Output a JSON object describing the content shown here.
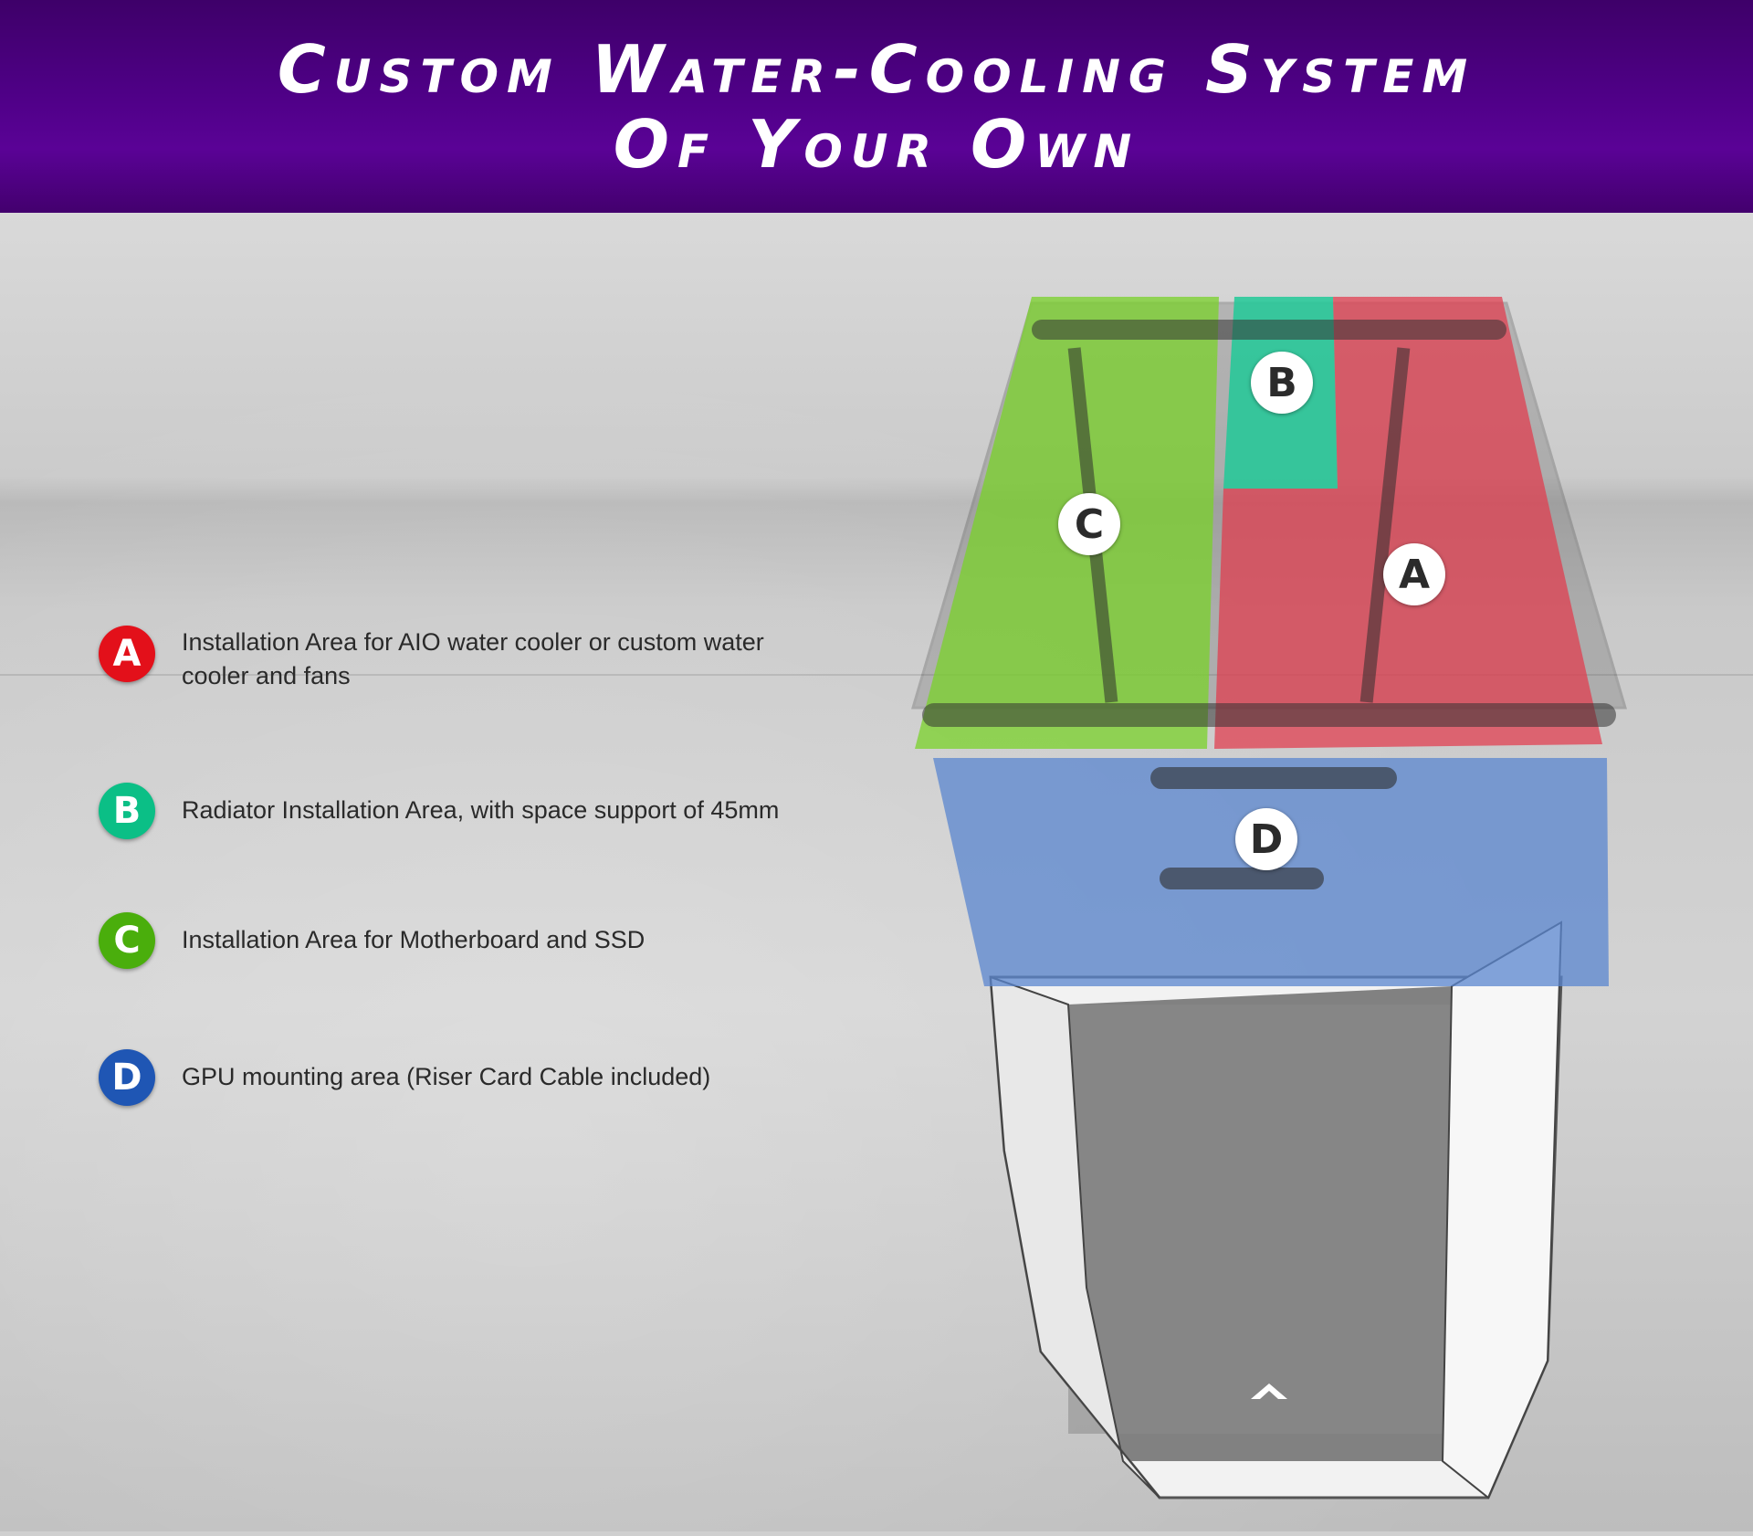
{
  "header": {
    "title_line1": "Custom Water-Cooling System",
    "title_line2": "Of Your Own"
  },
  "legend": [
    {
      "letter": "A",
      "color": "#e3101a",
      "text": "Installation Area for AIO water cooler or custom water cooler and fans"
    },
    {
      "letter": "B",
      "color": "#0bbf86",
      "text": "Radiator Installation Area, with space support of 45mm"
    },
    {
      "letter": "C",
      "color": "#4aae0c",
      "text": "Installation Area for Motherboard and SSD"
    },
    {
      "letter": "D",
      "color": "#1f56b4",
      "text": "GPU mounting area  (Riser Card Cable included)"
    }
  ],
  "diagram": {
    "zone_a_color": "#e23a4c",
    "zone_b_color": "#21c998",
    "zone_c_color": "#7ad12a",
    "zone_d_color": "#5a86cf",
    "labels": [
      "A",
      "B",
      "C",
      "D"
    ]
  }
}
